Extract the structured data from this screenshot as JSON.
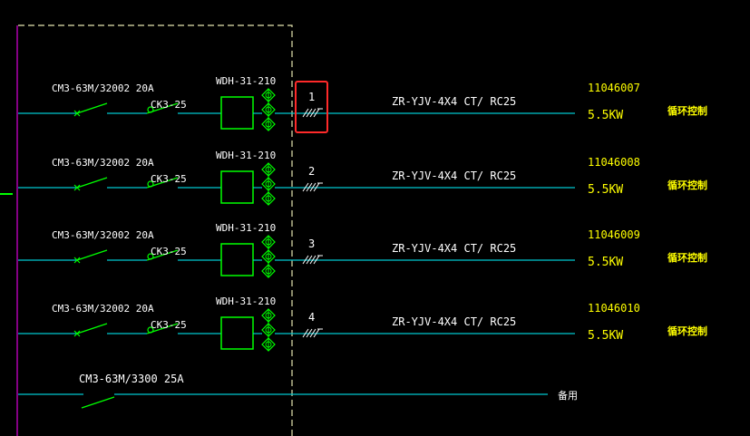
{
  "colors": {
    "background": "#000000",
    "bus_line": "#b000b0",
    "circuit_line": "#00c8d0",
    "device": "#00ff00",
    "label_white": "#ffffff",
    "label_yellow": "#ffff00",
    "boundary": "#e6e6b0",
    "highlight": "#ff2a2a"
  },
  "circuits": [
    {
      "breaker": "CM3-63M/32002 20A",
      "contactor": "CK3-25",
      "relay": "WDH-31-210",
      "number": "1",
      "cable": "ZR-YJV-4X4 CT/ RC25",
      "code": "11046007",
      "power": "5.5KW",
      "desc": "循环控制"
    },
    {
      "breaker": "CM3-63M/32002 20A",
      "contactor": "CK3-25",
      "relay": "WDH-31-210",
      "number": "2",
      "cable": "ZR-YJV-4X4 CT/ RC25",
      "code": "11046008",
      "power": "5.5KW",
      "desc": "循环控制"
    },
    {
      "breaker": "CM3-63M/32002 20A",
      "contactor": "CK3-25",
      "relay": "WDH-31-210",
      "number": "3",
      "cable": "ZR-YJV-4X4 CT/ RC25",
      "code": "11046009",
      "power": "5.5KW",
      "desc": "循环控制"
    },
    {
      "breaker": "CM3-63M/32002 20A",
      "contactor": "CK3-25",
      "relay": "WDH-31-210",
      "number": "4",
      "cable": "ZR-YJV-4X4 CT/ RC25",
      "code": "11046010",
      "power": "5.5KW",
      "desc": "循环控制"
    }
  ],
  "spare": {
    "breaker": "CM3-63M/3300 25A",
    "label": "备用"
  }
}
